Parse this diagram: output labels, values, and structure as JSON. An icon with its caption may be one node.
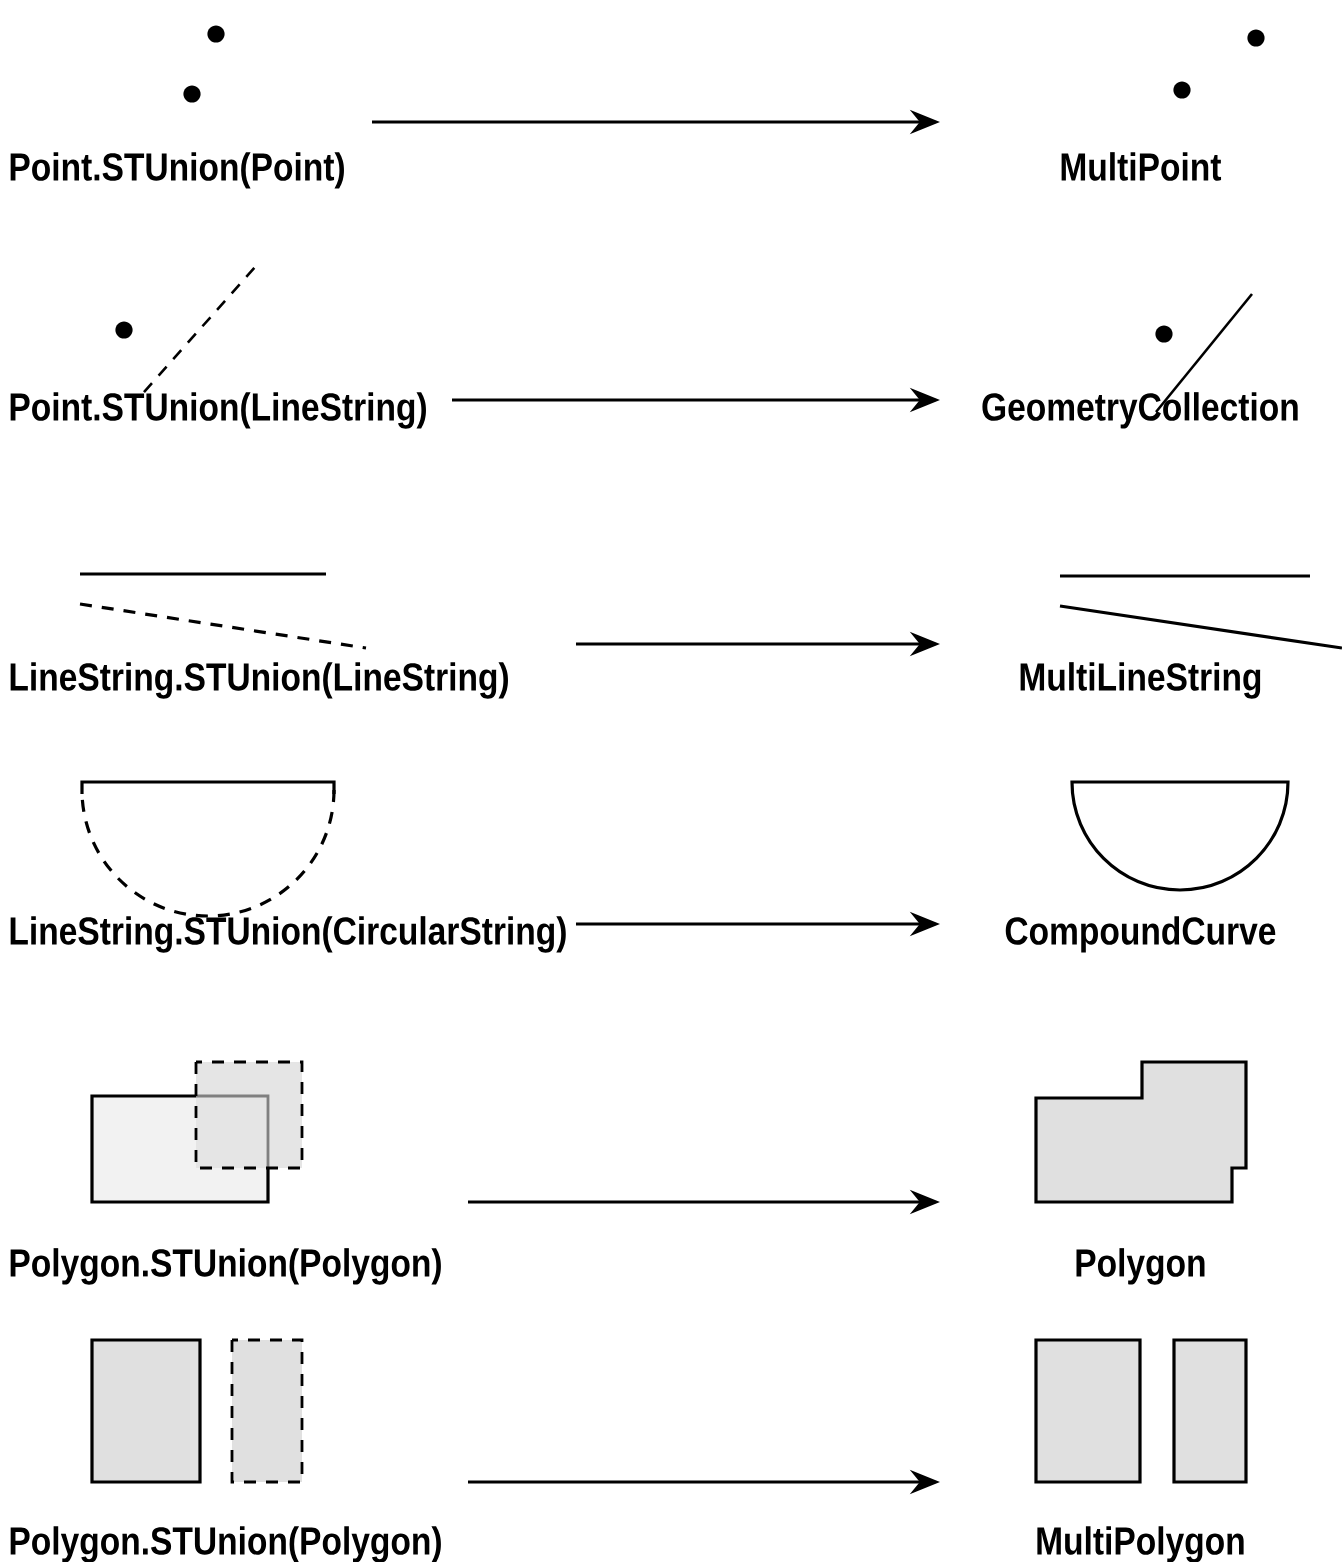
{
  "diagram": {
    "nodes": [
      {
        "text": [
          "Point.STUnion(Point)"
        ]
      },
      {
        "text": [
          "MultiPoint"
        ]
      },
      {
        "text": [
          "Point.STUnion(LineString)"
        ]
      },
      {
        "text": [
          "GeometryCollection"
        ]
      },
      {
        "text": [
          "LineString.STUnion(LineString)"
        ]
      },
      {
        "text": [
          "MultiLineString"
        ]
      },
      {
        "text": [
          "LineString.STUnion(CircularString)"
        ]
      },
      {
        "text": [
          "CompoundCurve"
        ]
      },
      {
        "text": [
          "Polygon.STUnion(Polygon)"
        ]
      },
      {
        "text": [
          "Polygon"
        ]
      },
      {
        "text": [
          "Polygon.STUnion(Polygon)"
        ]
      },
      {
        "text": [
          "MultiPolygon"
        ]
      }
    ],
    "edges": [
      {
        "from": 0,
        "to": 1,
        "arrow": "to"
      },
      {
        "from": 2,
        "to": 3,
        "arrow": "to"
      },
      {
        "from": 4,
        "to": 5,
        "arrow": "to"
      },
      {
        "from": 6,
        "to": 7,
        "arrow": "to"
      },
      {
        "from": 8,
        "to": 9,
        "arrow": "to"
      },
      {
        "from": 10,
        "to": 11,
        "arrow": "to"
      }
    ]
  }
}
